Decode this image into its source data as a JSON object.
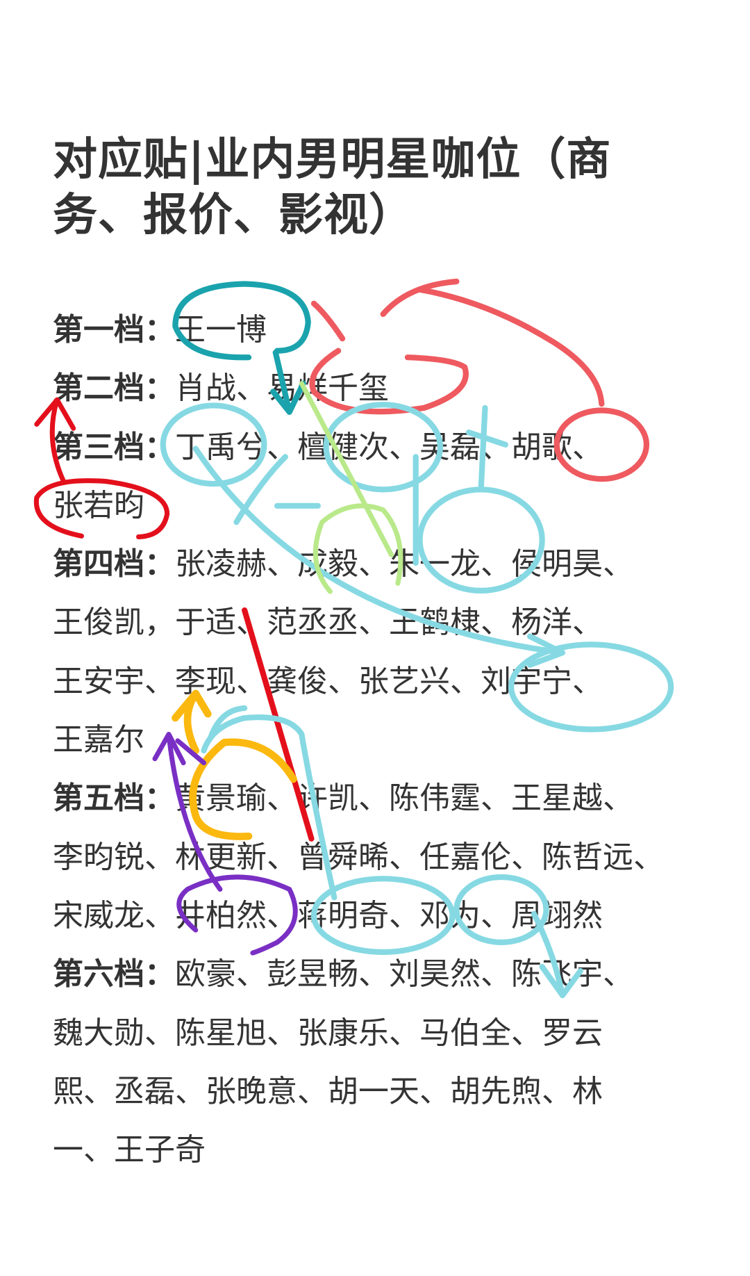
{
  "title": {
    "line1": "对应贴|业内男明星咖位（商",
    "line2": "务、报价、影视）"
  },
  "tiers": [
    {
      "label": "第一档：",
      "lines": [
        "王一博"
      ]
    },
    {
      "label": "第二档：",
      "lines": [
        "肖战、易烊千玺"
      ]
    },
    {
      "label": "第三档：",
      "lines": [
        "丁禹兮、檀健次、吴磊、胡歌、",
        "张若昀"
      ]
    },
    {
      "label": "第四档：",
      "lines": [
        "张凌赫、成毅、朱一龙、侯明昊、",
        "王俊凯，于适、范丞丞、王鹤棣、杨洋、",
        "王安宇、李现、龚俊、张艺兴、刘宇宁、",
        "王嘉尔"
      ]
    },
    {
      "label": "第五档：",
      "lines": [
        "黄景瑜、许凯、陈伟霆、王星越、",
        "李昀锐、林更新、曾舜晞、任嘉伦、陈哲远、",
        "宋威龙、井柏然、蒋明奇、邓为、周翊然"
      ]
    },
    {
      "label": "第六档：",
      "lines": [
        "欧豪、彭昱畅、刘昊然、陈飞宇、",
        "魏大勋、陈星旭、张康乐、马伯全、罗云",
        "熙、丞磊、张晚意、胡一天、胡先煦、林",
        "一、王子奇"
      ]
    }
  ],
  "annotation_colors": {
    "teal": "#1aa3ad",
    "coral": "#ee5a5f",
    "red": "#e3101c",
    "cyan": "#86d9e3",
    "green": "#b9e98a",
    "orange": "#fbb80f",
    "purple": "#7a2fc4"
  }
}
